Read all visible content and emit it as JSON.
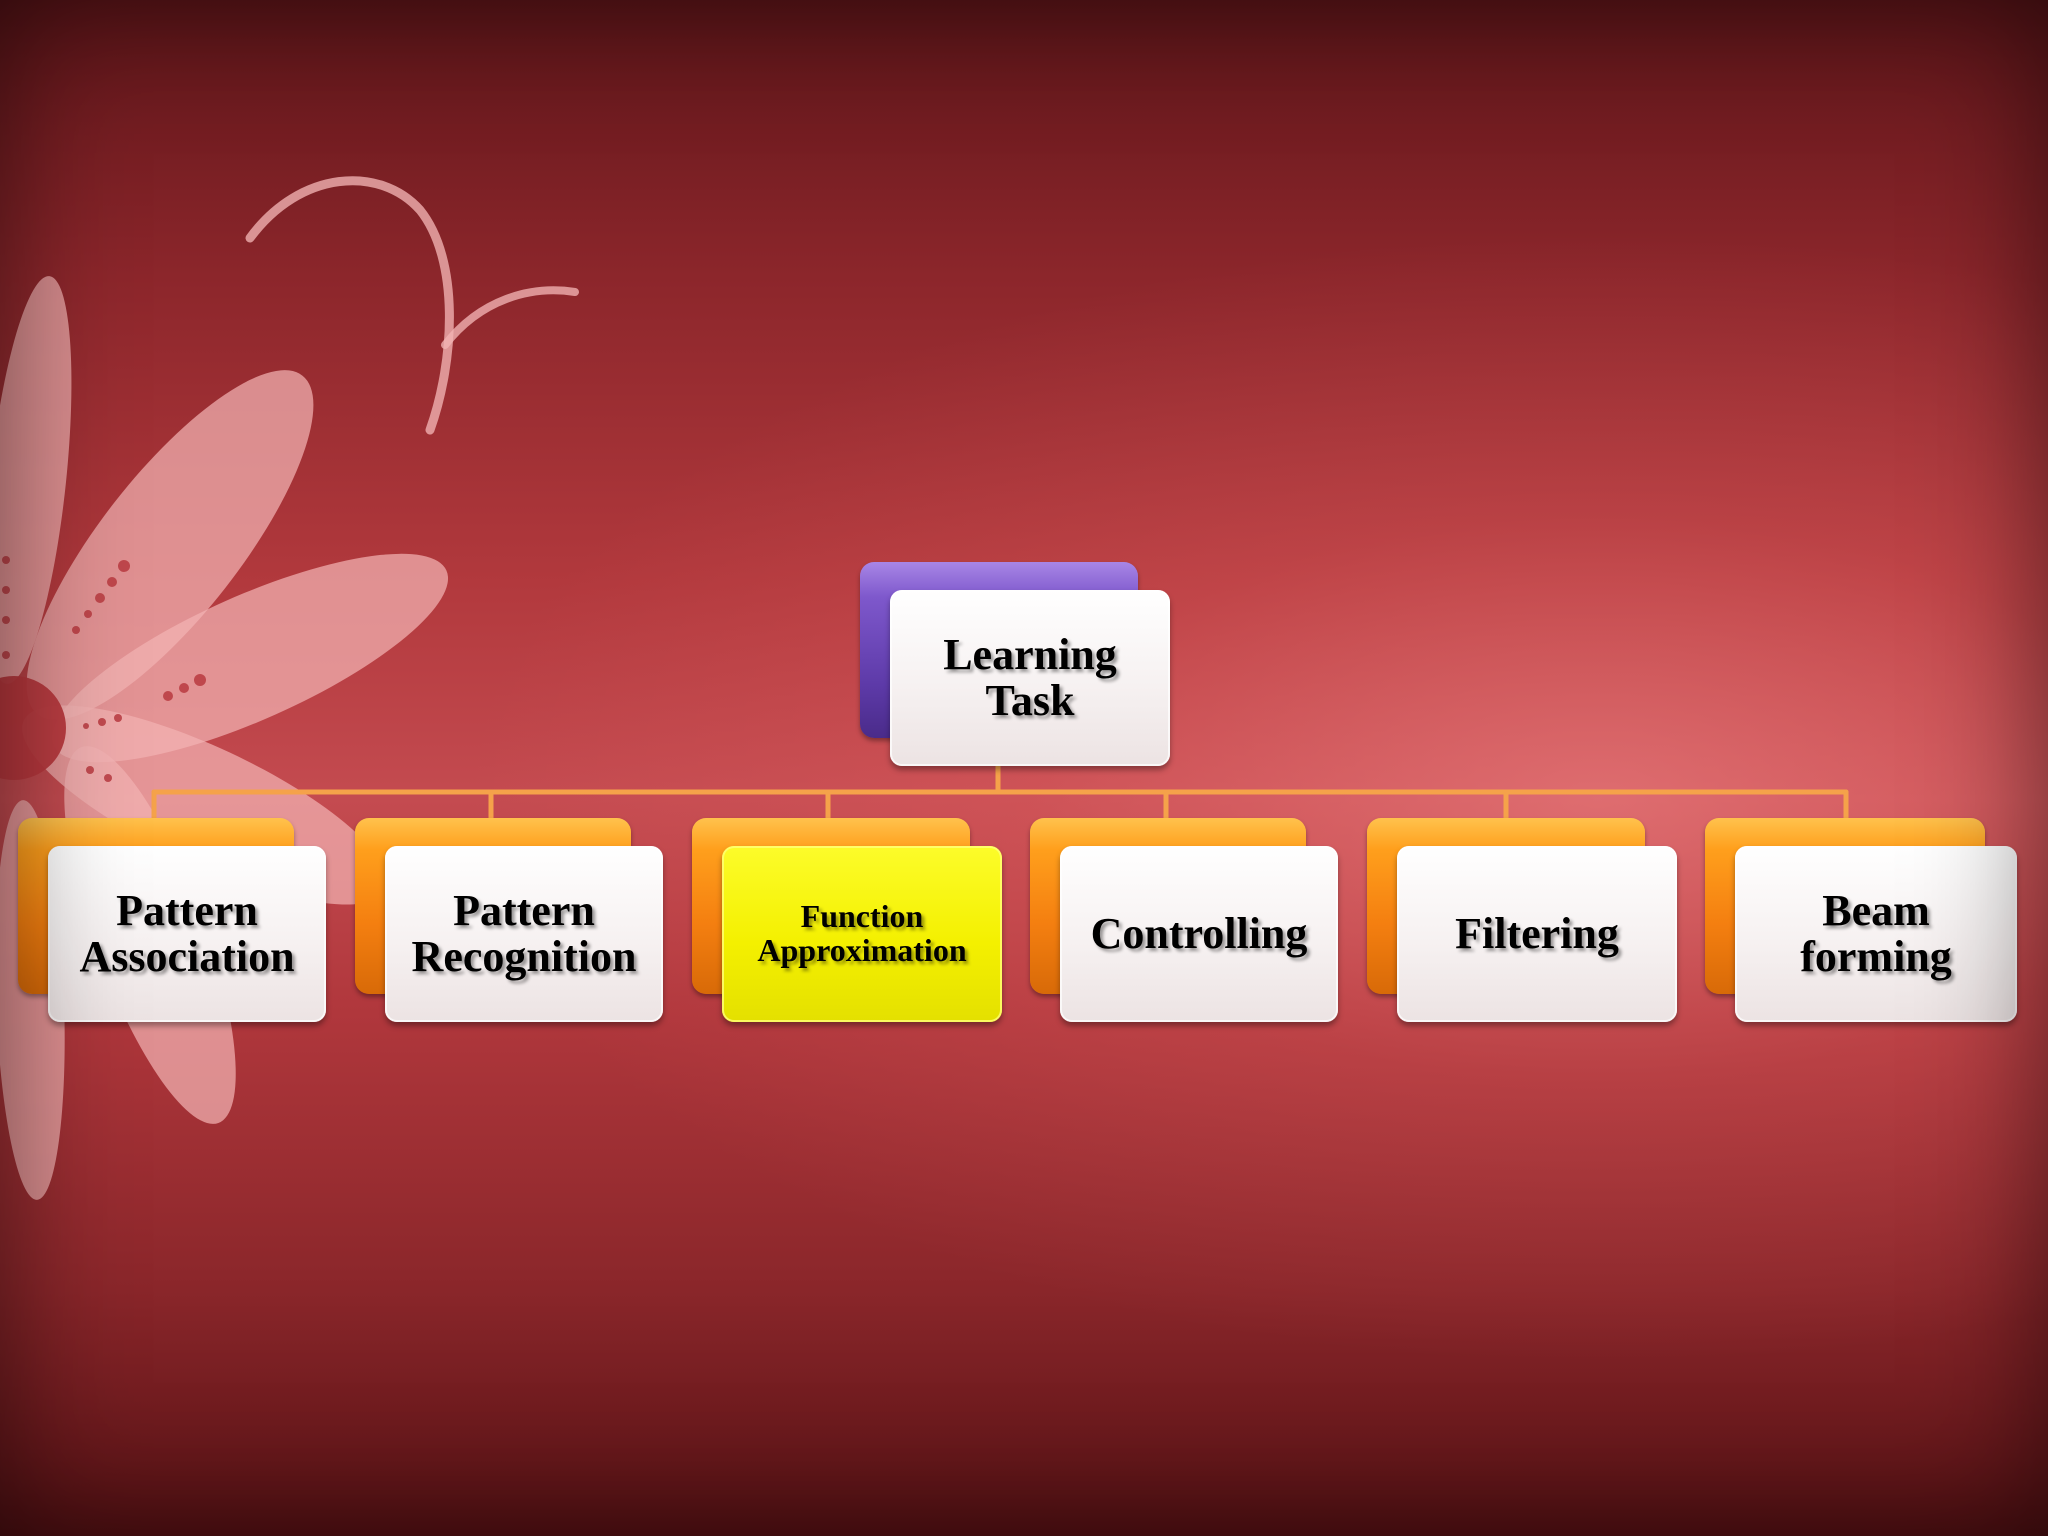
{
  "diagram": {
    "root": {
      "label": "Learning\nTask"
    },
    "children": [
      {
        "label": "Pattern\nAssociation",
        "highlight": false
      },
      {
        "label": "Pattern\nRecognition",
        "highlight": false
      },
      {
        "label": "Function\nApproximation",
        "highlight": true
      },
      {
        "label": "Controlling",
        "highlight": false
      },
      {
        "label": "Filtering",
        "highlight": false
      },
      {
        "label": "Beam\nforming",
        "highlight": false
      }
    ]
  },
  "colors": {
    "root_back": "#6a45b8",
    "child_back": "#f7891a",
    "box_face": "#f6f1f1",
    "highlight_face": "#f4f000",
    "connector": "#f5a24a",
    "background": "#b2393d"
  }
}
